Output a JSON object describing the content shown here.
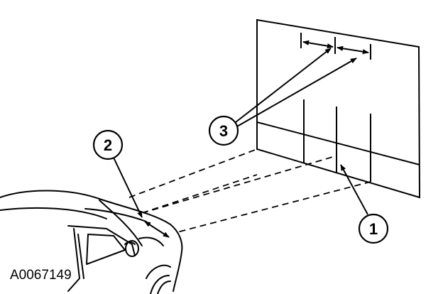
{
  "figure_code": "A0067149",
  "callouts": [
    {
      "id": "1",
      "text": "1"
    },
    {
      "id": "2",
      "text": "2"
    },
    {
      "id": "3",
      "text": "3"
    }
  ],
  "colors": {
    "line": "#000000",
    "background": "#ffffff"
  }
}
